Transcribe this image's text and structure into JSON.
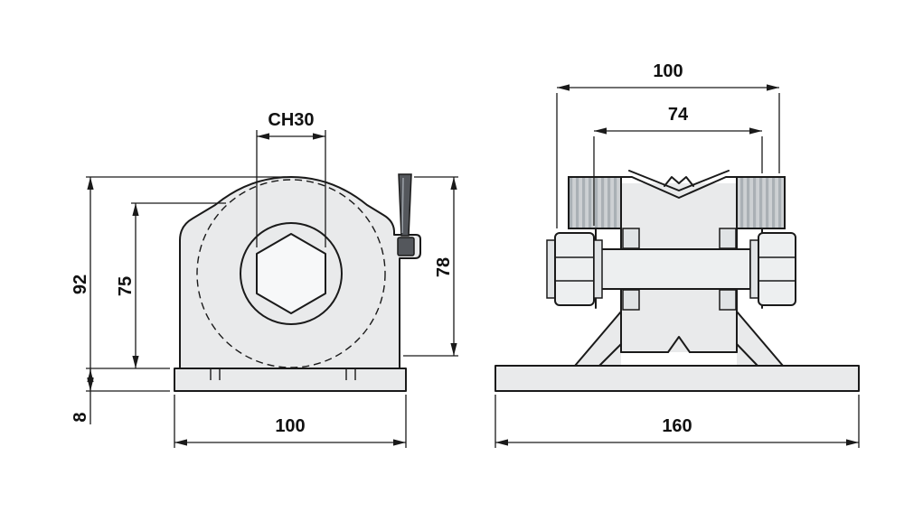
{
  "front_view": {
    "dim_ch30": "CH30",
    "dim_height_overall": "92",
    "dim_height_body": "75",
    "dim_base_thickness": "8",
    "dim_width_base": "100",
    "dim_height_right": "78"
  },
  "side_view": {
    "dim_width_top": "100",
    "dim_width_inner": "74",
    "dim_width_base": "160"
  },
  "colors": {
    "line": "#1a1a1a",
    "fill_body": "#e9eaeb",
    "fill_hatch_dark": "#aab0b5",
    "fill_hatch_light": "#cdd0d3",
    "fill_lever": "#54575c",
    "background": "#ffffff"
  }
}
